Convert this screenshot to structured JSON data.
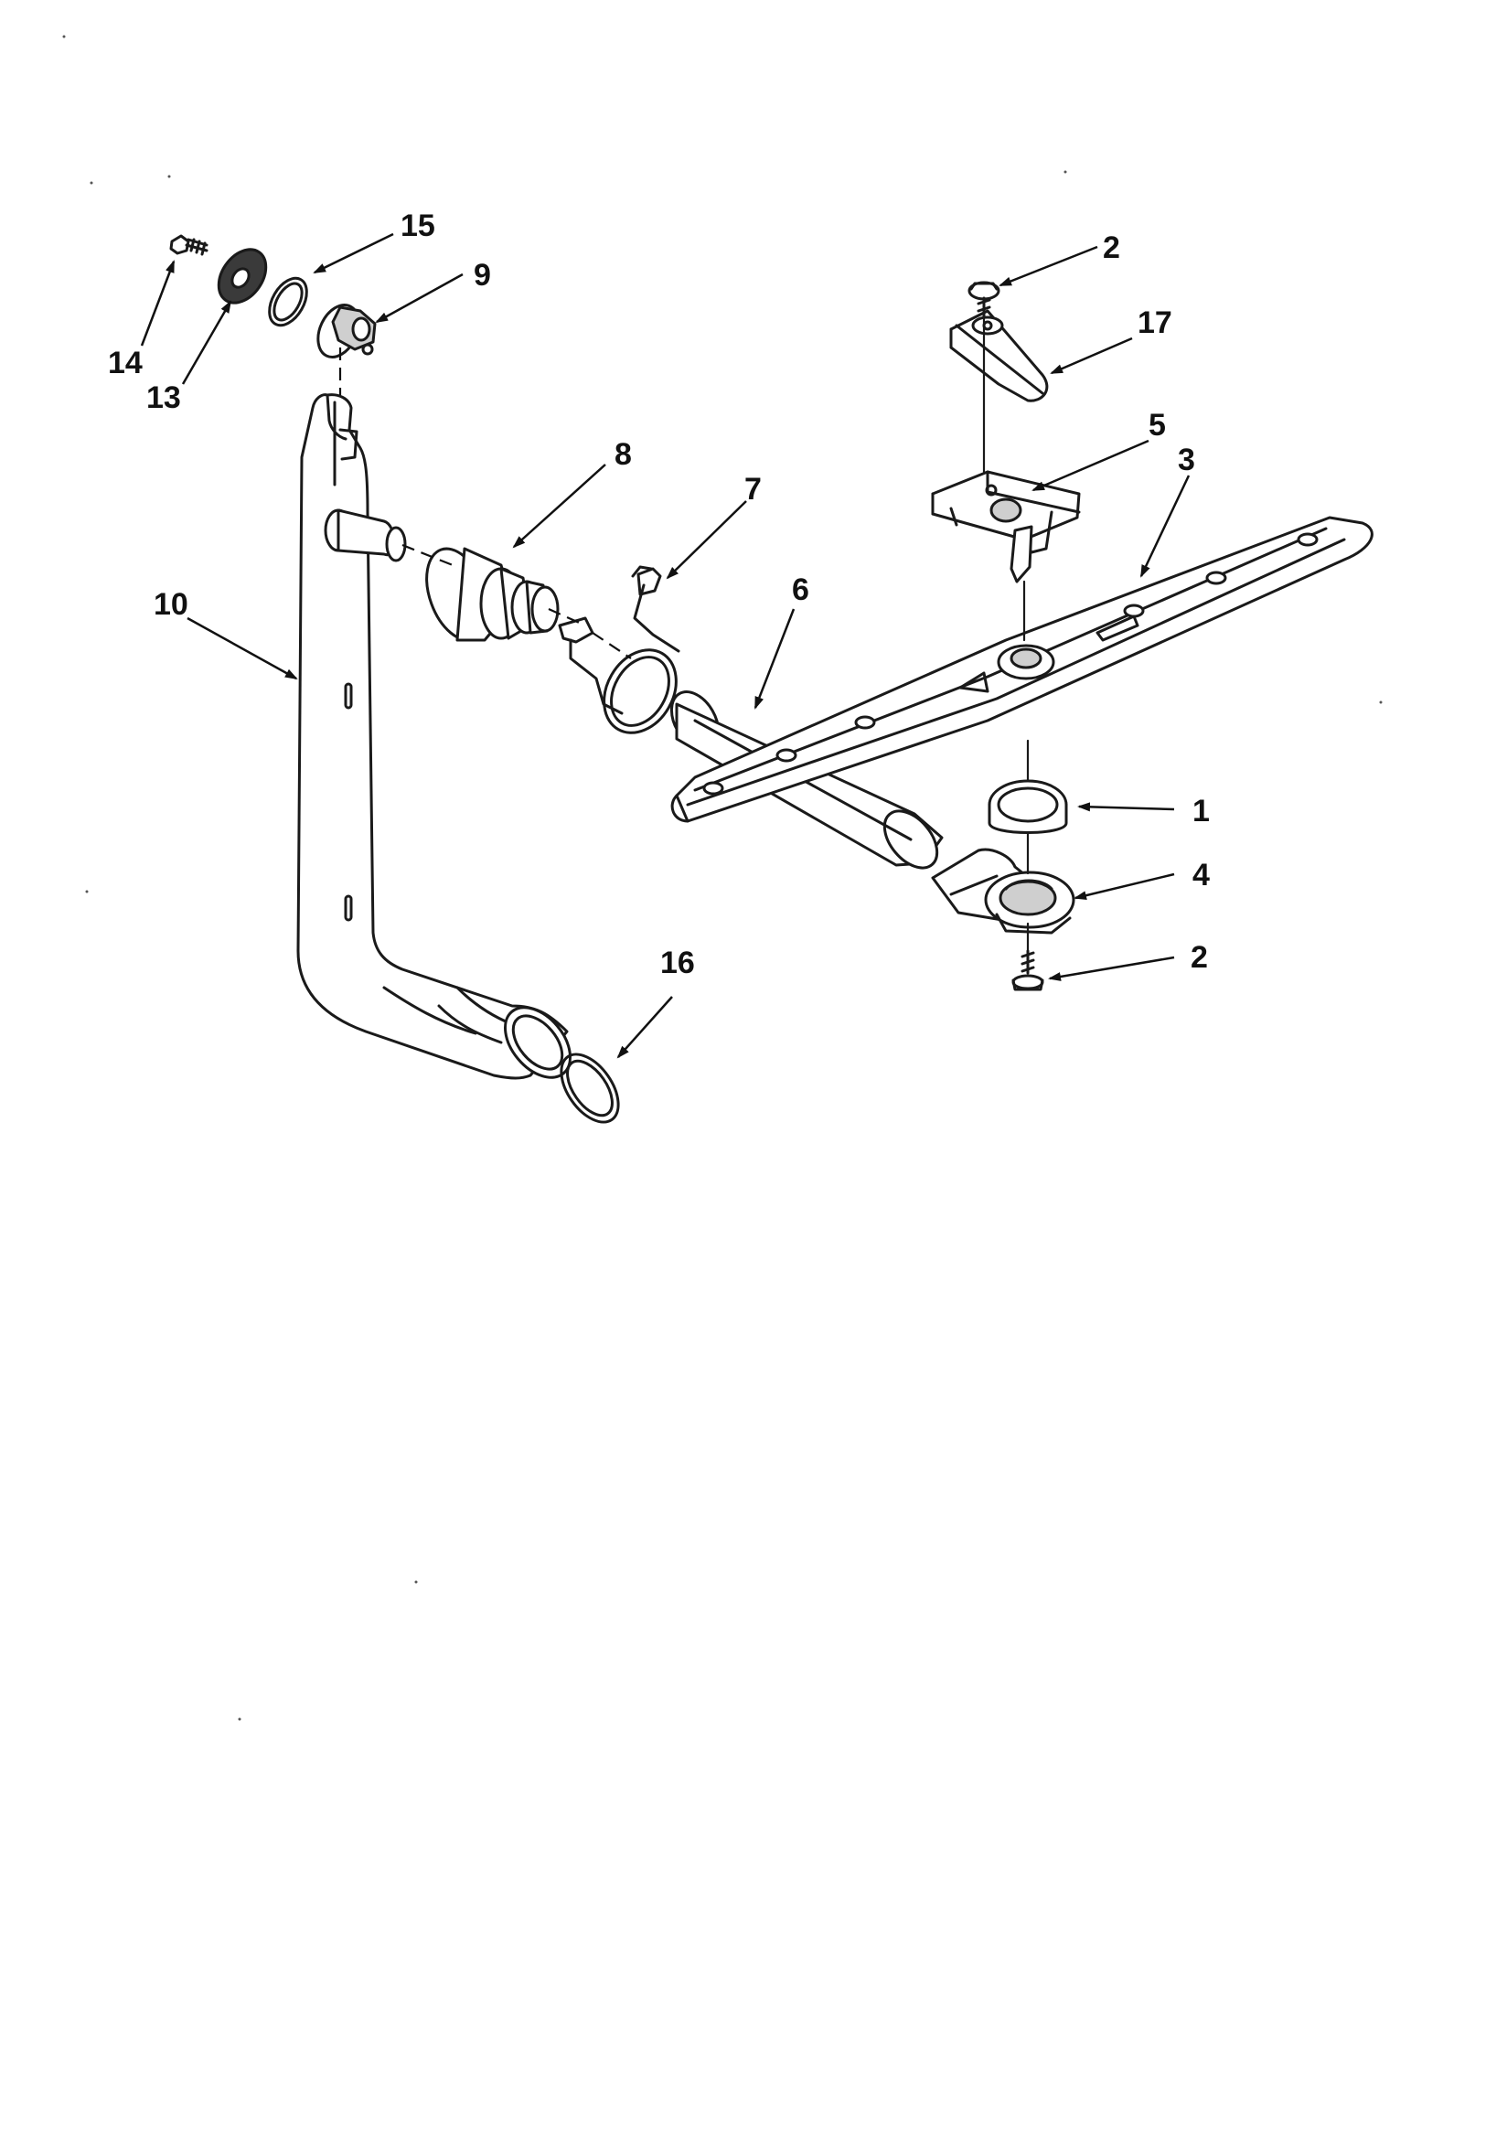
{
  "callouts": {
    "c1": "1",
    "c2_top": "2",
    "c2_bottom": "2",
    "c3": "3",
    "c4": "4",
    "c5": "5",
    "c6": "6",
    "c7": "7",
    "c8": "8",
    "c9": "9",
    "c10": "10",
    "c13": "13",
    "c14": "14",
    "c15": "15",
    "c16": "16",
    "c17": "17"
  },
  "colors": {
    "line": "#1a1a1a",
    "background": "#ffffff"
  }
}
